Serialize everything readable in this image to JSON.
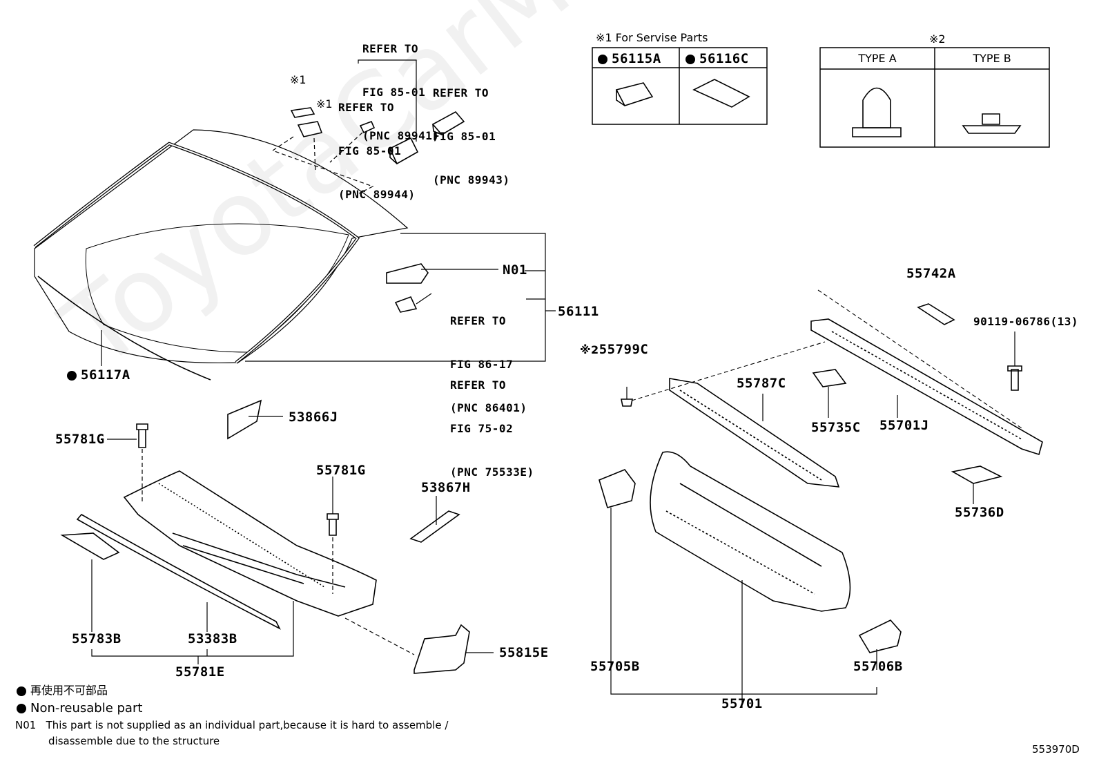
{
  "watermark": "ToyotaCarMine.ru",
  "figure_id": "553970D",
  "service_parts_table": {
    "heading": "※1 For Servise Parts",
    "parts": [
      "56115A",
      "56116C"
    ]
  },
  "type_table": {
    "heading": "※2",
    "types": [
      "TYPE A",
      "TYPE B"
    ]
  },
  "references": {
    "r89941": [
      "REFER TO",
      "FIG 85-01",
      "(PNC 89941)"
    ],
    "r89944": [
      "REFER TO",
      "FIG 85-01",
      "(PNC 89944)"
    ],
    "r89943": [
      "REFER TO",
      "FIG 85-01",
      "(PNC 89943)"
    ],
    "r86401": [
      "REFER TO",
      "FIG 86-17",
      "(PNC 86401)"
    ],
    "r75533": [
      "REFER TO",
      "FIG 75-02",
      "(PNC 75533E)"
    ]
  },
  "marks": {
    "m1": "※1",
    "m2": "※2"
  },
  "part_labels": {
    "p56117A": "56117A",
    "pN01": "N01",
    "p56111": "56111",
    "p53866J": "53866J",
    "p55781G_a": "55781G",
    "p55781G_b": "55781G",
    "p53867H": "53867H",
    "p55783B": "55783B",
    "p53383B": "53383B",
    "p55781E": "55781E",
    "p55815E": "55815E",
    "p55742A": "55742A",
    "p90119": "90119-06786(13)",
    "p55799C": "55799C",
    "p55787C": "55787C",
    "p55735C": "55735C",
    "p55701J": "55701J",
    "p55736D": "55736D",
    "p55705B": "55705B",
    "p55706B": "55706B",
    "p55701": "55701"
  },
  "legend": {
    "jp": "再使用不可部品",
    "en": "Non-reusable part",
    "note_code": "N01",
    "note_line1": "This part is not supplied as an individual part,because it is hard to assemble /",
    "note_line2": "disassemble due to the structure"
  }
}
